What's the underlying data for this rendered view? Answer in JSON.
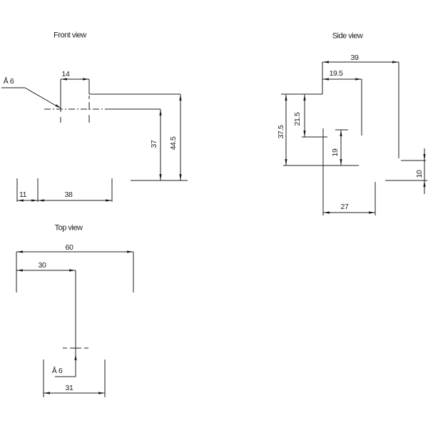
{
  "page": {
    "background": "#ffffff",
    "line_color": "#1c1c1c"
  },
  "drawing": {
    "front_view": {
      "title": "Front view",
      "hole_label": "Å 6",
      "dims": {
        "hole_width": "14",
        "inner_height": "37",
        "total_height": "44.5",
        "base_left": "11",
        "base_width": "38"
      }
    },
    "side_view": {
      "title": "Side view",
      "dims": {
        "total_width": "39",
        "top_width": "19.5",
        "left_height": "37.5",
        "inner_height": "21.5",
        "mid_height": "19",
        "right_height": "10",
        "bottom_width": "27"
      }
    },
    "top_view": {
      "title": "Top view",
      "hole_label": "Å 6",
      "dims": {
        "total_width": "60",
        "left_width": "30",
        "bottom_width": "31"
      }
    }
  }
}
